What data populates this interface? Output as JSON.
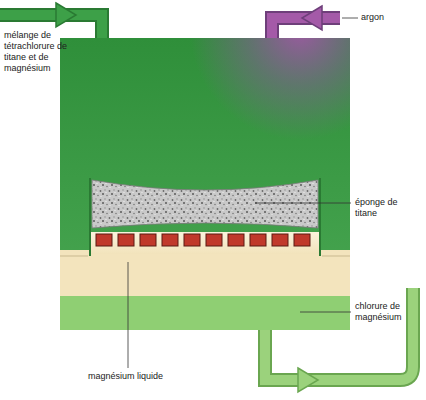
{
  "diagram": {
    "labels": [
      "mélange de tétrachlorure de titane et de magnésium",
      "argon",
      "éponge de titane",
      "chlorure de magnésium",
      "magnésium liquide"
    ]
  }
}
